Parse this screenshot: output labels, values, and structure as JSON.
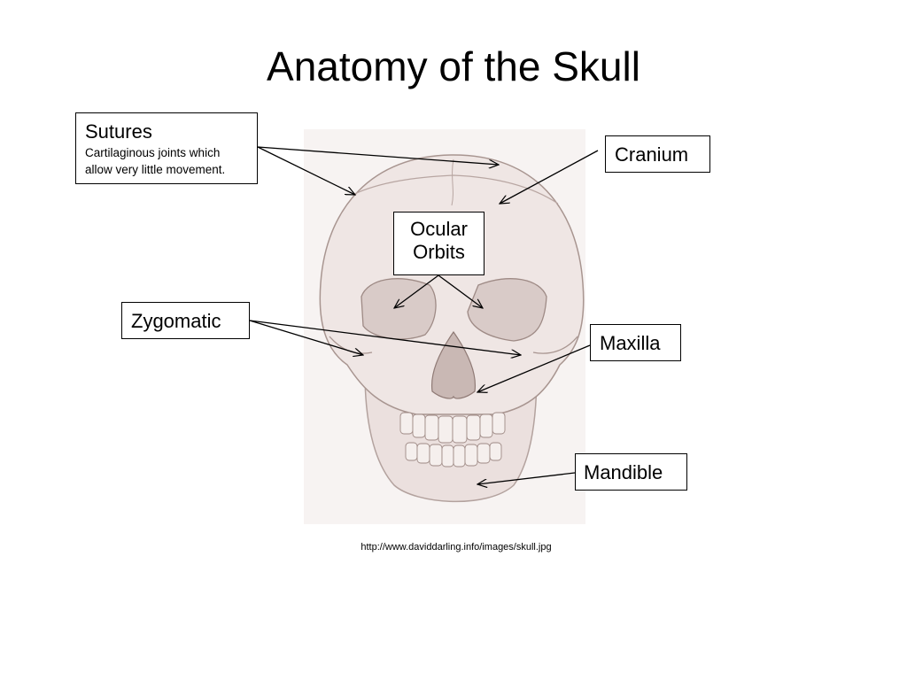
{
  "title": "Anatomy of the Skull",
  "labels": {
    "sutures": {
      "heading": "Sutures",
      "description_line1": "Cartilaginous joints which",
      "description_line2": "allow very little movement."
    },
    "cranium": "Cranium",
    "ocular_line1": "Ocular",
    "ocular_line2": "Orbits",
    "zygomatic": "Zygomatic",
    "maxilla": "Maxilla",
    "mandible": "Mandible"
  },
  "source": "http://www.daviddarling.info/images/skull.jpg",
  "colors": {
    "background": "#ffffff",
    "text": "#000000",
    "skull_fill": "#efe6e4",
    "skull_shadow": "#d8c9c6",
    "skull_line": "#a89590"
  }
}
